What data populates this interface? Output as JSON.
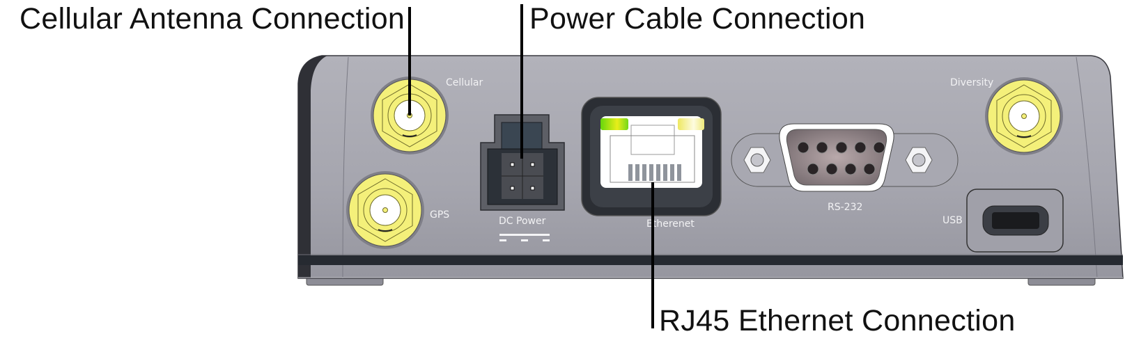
{
  "callouts": {
    "cellular_antenna": "Cellular Antenna Connection",
    "power_cable": "Power Cable Connection",
    "rj45_ethernet": "RJ45 Ethernet Connection"
  },
  "port_labels": {
    "cellular": "Cellular",
    "gps": "GPS",
    "dc_power": "DC Power",
    "ethernet": "Etherenet",
    "rs232": "RS-232",
    "diversity": "Diversity",
    "usb": "USB"
  },
  "colors": {
    "housing": "#a4a4ae",
    "housing_dark": "#2a2d33",
    "antenna_gold": "#f4f07a",
    "led_green": "#7ee01a",
    "led_yellow": "#f3ef9a"
  }
}
